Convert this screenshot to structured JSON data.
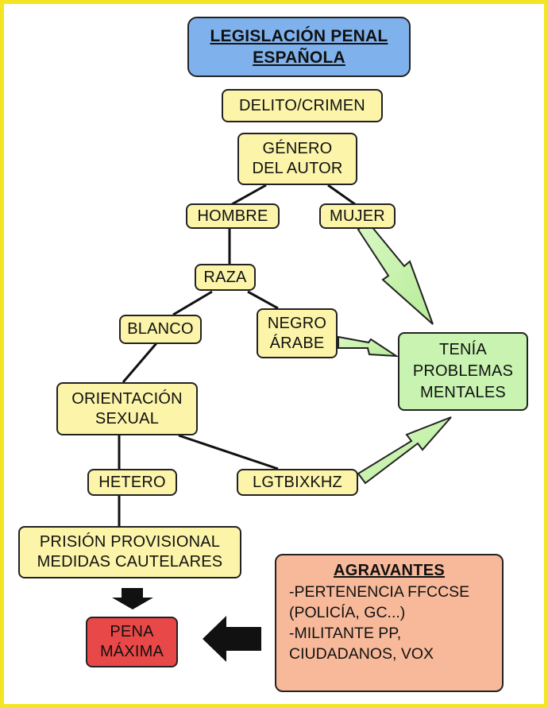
{
  "diagram": {
    "title_line1": "LEGISLACIÓN PENAL",
    "title_line2": "ESPAÑOLA",
    "delito": "DELITO/CRIMEN",
    "genero_line1": "GÉNERO",
    "genero_line2": "DEL AUTOR",
    "hombre": "HOMBRE",
    "mujer": "MUJER",
    "raza": "RAZA",
    "blanco": "BLANCO",
    "negro_line1": "NEGRO",
    "negro_line2": "ÁRABE",
    "tenia_line1": "TENÍA",
    "tenia_line2": "PROBLEMAS",
    "tenia_line3": "MENTALES",
    "orientacion_line1": "ORIENTACIÓN",
    "orientacion_line2": "SEXUAL",
    "hetero": "HETERO",
    "lgtb": "LGTBIXKHZ",
    "prision_line1": "PRISIÓN PROVISIONAL",
    "prision_line2": "MEDIDAS CAUTELARES",
    "pena_line1": "PENA",
    "pena_line2": "MÁXIMA",
    "agravantes": {
      "heading": "AGRAVANTES",
      "item1": "-PERTENENCIA FFCCSE",
      "item2": "(POLICÍA, GC...)",
      "item3": "-MILITANTE PP,",
      "item4": "CIUDADANOS, VOX"
    },
    "colors": {
      "frame": "#f3e521",
      "node": "#fbf4a9",
      "title": "#7fb2ec",
      "green": "#c8f3b0",
      "red": "#e94848",
      "agravantes": "#f7b99a"
    }
  }
}
